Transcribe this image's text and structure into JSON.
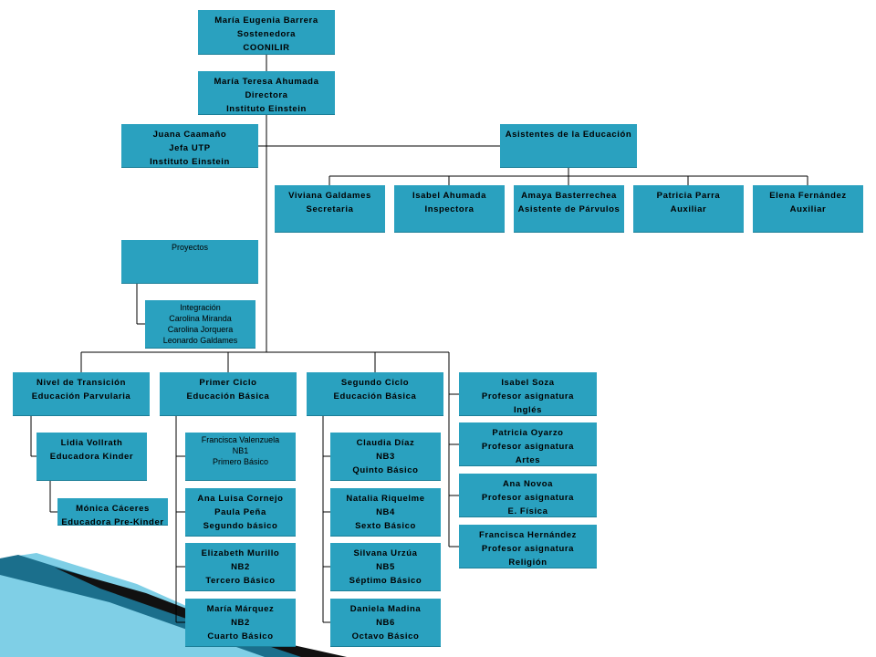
{
  "colors": {
    "box": "#2aa1bf",
    "line": "#000000",
    "accent_dark": "#1b6f8c",
    "accent_light": "#7fcfe6"
  },
  "nodes": [
    {
      "id": "sostenedora",
      "lines": [
        "María Eugenia Barrera",
        "Sostenedora",
        "COONILIR"
      ]
    },
    {
      "id": "directora",
      "lines": [
        "María Teresa Ahumada",
        "Directora",
        "Instituto Einstein"
      ]
    },
    {
      "id": "utp",
      "lines": [
        "Juana Caamaño",
        "Jefa UTP",
        "Instituto Einstein"
      ]
    },
    {
      "id": "asistentes",
      "lines": [
        "Asistentes de la Educación"
      ]
    },
    {
      "id": "secretaria",
      "lines": [
        "Viviana Galdames",
        "Secretaria"
      ]
    },
    {
      "id": "inspectora",
      "lines": [
        "Isabel Ahumada",
        "Inspectora"
      ]
    },
    {
      "id": "parvulos",
      "lines": [
        "Amaya Basterrechea",
        "Asistente de Párvulos"
      ]
    },
    {
      "id": "auxiliar1",
      "lines": [
        "Patricia Parra",
        "Auxiliar"
      ]
    },
    {
      "id": "auxiliar2",
      "lines": [
        "Elena Fernández",
        "Auxiliar"
      ]
    },
    {
      "id": "proyectos",
      "lines": [
        "Proyectos"
      ]
    },
    {
      "id": "integracion",
      "lines": [
        "Integración",
        "Carolina Miranda",
        "Carolina Jorquera",
        "Leonardo Galdames"
      ]
    },
    {
      "id": "transicion",
      "lines": [
        "Nivel de Transición",
        "Educación Parvularia"
      ]
    },
    {
      "id": "primer_ciclo",
      "lines": [
        "Primer Ciclo",
        "Educación Básica"
      ]
    },
    {
      "id": "segundo_ciclo",
      "lines": [
        "Segundo Ciclo",
        "Educación Básica"
      ]
    },
    {
      "id": "ingles",
      "lines": [
        "Isabel Soza",
        "Profesor asignatura",
        "Inglés"
      ]
    },
    {
      "id": "artes",
      "lines": [
        "Patricia Oyarzo",
        "Profesor asignatura",
        "Artes"
      ]
    },
    {
      "id": "fisica",
      "lines": [
        "Ana Novoa",
        "Profesor asignatura",
        "E. Física"
      ]
    },
    {
      "id": "religion",
      "lines": [
        "Francisca Hernández",
        "Profesor asignatura",
        "Religión"
      ]
    },
    {
      "id": "kinder",
      "lines": [
        "Lidia Vollrath",
        "Educadora Kinder"
      ]
    },
    {
      "id": "prekinder",
      "lines": [
        "Mónica Cáceres",
        "Educadora Pre-Kinder"
      ]
    },
    {
      "id": "nb1",
      "lines": [
        "Francisca Valenzuela",
        "NB1",
        "Primero Básico"
      ]
    },
    {
      "id": "segundo_basico",
      "lines": [
        "Ana Luisa Cornejo",
        "Paula Peña",
        "Segundo básico"
      ]
    },
    {
      "id": "tercero",
      "lines": [
        "Elizabeth Murillo",
        "NB2",
        "Tercero Básico"
      ]
    },
    {
      "id": "cuarto",
      "lines": [
        "María Márquez",
        "NB2",
        "Cuarto Básico"
      ]
    },
    {
      "id": "quinto",
      "lines": [
        "Claudia Díaz",
        "NB3",
        "Quinto Básico"
      ]
    },
    {
      "id": "sexto",
      "lines": [
        "Natalia Riquelme",
        "NB4",
        "Sexto Básico"
      ]
    },
    {
      "id": "septimo",
      "lines": [
        "Silvana Urzúa",
        "NB5",
        "Séptimo Básico"
      ]
    },
    {
      "id": "octavo",
      "lines": [
        "Daniela Madina",
        "NB6",
        "Octavo Básico"
      ]
    }
  ]
}
